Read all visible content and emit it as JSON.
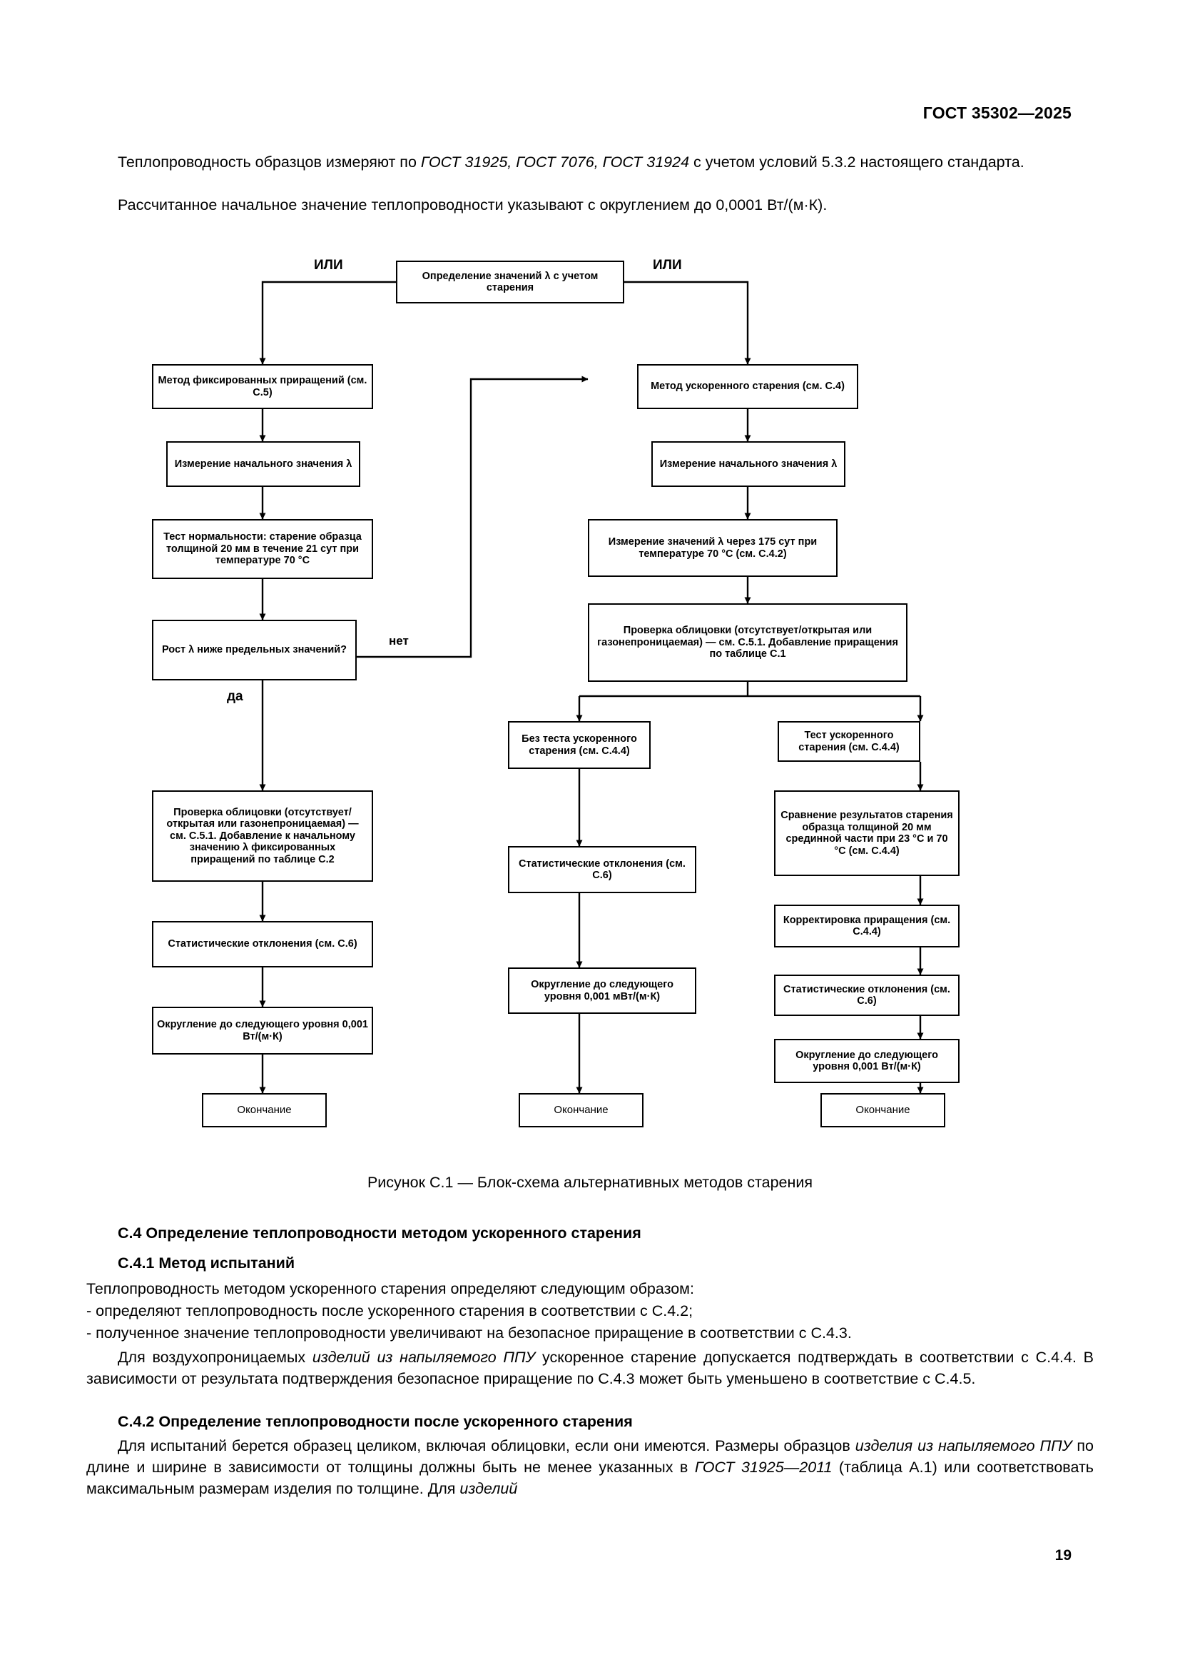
{
  "header": {
    "standard_number": "ГОСТ 35302—2025"
  },
  "intro": {
    "para1_a": "Теплопроводность образцов измеряют по ",
    "para1_refs": "ГОСТ 31925, ГОСТ 7076, ГОСТ 31924",
    "para1_b": " с учетом условий 5.3.2 настоящего стандарта.",
    "para2": "Рассчитанное начальное значение теплопроводности указывают с округлением до 0,0001 Вт/(м·К)."
  },
  "flowchart": {
    "title": "Блок-схема альтернативных методов старения",
    "labels": {
      "or_left": "ИЛИ",
      "or_right": "ИЛИ",
      "no": "нет",
      "yes": "да"
    },
    "nodes": {
      "top": "Определение значений λ с учетом старения",
      "left_method": "Метод фиксированных приращений (см. C.5)",
      "right_method": "Метод ускоренного старения (см. C.4)",
      "left_initial": "Измерение начального значения λ",
      "right_initial": "Измерение начального значения λ",
      "left_normality": "Тест нормальности: старение образца толщиной 20 мм в течение 21 сут при температуре 70 °С",
      "right_measure_175": "Измерение значений λ через 175 сут при температуре 70 °С (см. C.4.2)",
      "decision": "Рост λ ниже предельных значений?",
      "facing_check_right": "Проверка облицовки (отсутствует/открытая или газонепроницаемая) — см. C.5.1. Добавление приращения по таблице C.1",
      "no_test": "Без теста ускоренного старения (см. C.4.4)",
      "test": "Тест ускоренного старения (см. C.4.4)",
      "facing_check_left": "Проверка облицовки (отсутствует/открытая или газонепроницаемая) — см. C.5.1. Добавление к начальному значению λ фиксированных приращений по таблице C.2",
      "compare": "Сравнение результатов старения образца толщиной 20 мм срединной части при 23 °С и 70 °С (см. C.4.4)",
      "stat_left": "Статистические отклонения (см. C.6)",
      "stat_mid": "Статистические отклонения (см. C.6)",
      "correction": "Корректировка приращения (см. C.4.4)",
      "stat_right": "Статистические отклонения (см. C.6)",
      "round_left": "Округление до следующего уровня 0,001 Вт/(м·К)",
      "round_mid": "Округление до следующего уровня 0,001 мВт/(м·К)",
      "round_right": "Округление до следующего уровня 0,001 Вт/(м·К)",
      "end_left": "Окончание",
      "end_mid": "Окончание",
      "end_right": "Окончание"
    }
  },
  "caption": "Рисунок С.1 — Блок-схема альтернативных методов старения",
  "sections": {
    "c4_heading": "C.4 Определение теплопроводности методом ускоренного старения",
    "c41_heading": "C.4.1 Метод испытаний",
    "c41_lead": "Теплопроводность методом ускоренного старения определяют следующим образом:",
    "c41_item1": "-  определяют теплопроводность после ускоренного старения в соответствии с C.4.2;",
    "c41_item2": "-  полученное значение теплопроводности увеличивают на безопасное приращение в соответствии с C.4.3.",
    "c41_para_a": "Для воздухопроницаемых ",
    "c41_para_it": "изделий из напыляемого ППУ",
    "c41_para_b": " ускоренное старение допускается подтверждать в соответствии с C.4.4. В зависимости от результата подтверждения безопасное приращение по C.4.3 может быть уменьшено в соответствие с C.4.5.",
    "c42_heading": "C.4.2 Определение теплопроводности после ускоренного старения",
    "c42_para_a": "Для испытаний берется образец целиком, включая облицовки, если они имеются. Размеры образцов ",
    "c42_para_it1": "изделия из напыляемого ППУ",
    "c42_para_b": " по длине и ширине в зависимости от толщины должны быть не менее указанных в ",
    "c42_para_it2": "ГОСТ 31925—2011",
    "c42_para_c": " (таблица А.1) или соответствовать максимальным размерам изделия по толщине. Для ",
    "c42_para_it3": "изделий"
  },
  "page_number": "19"
}
